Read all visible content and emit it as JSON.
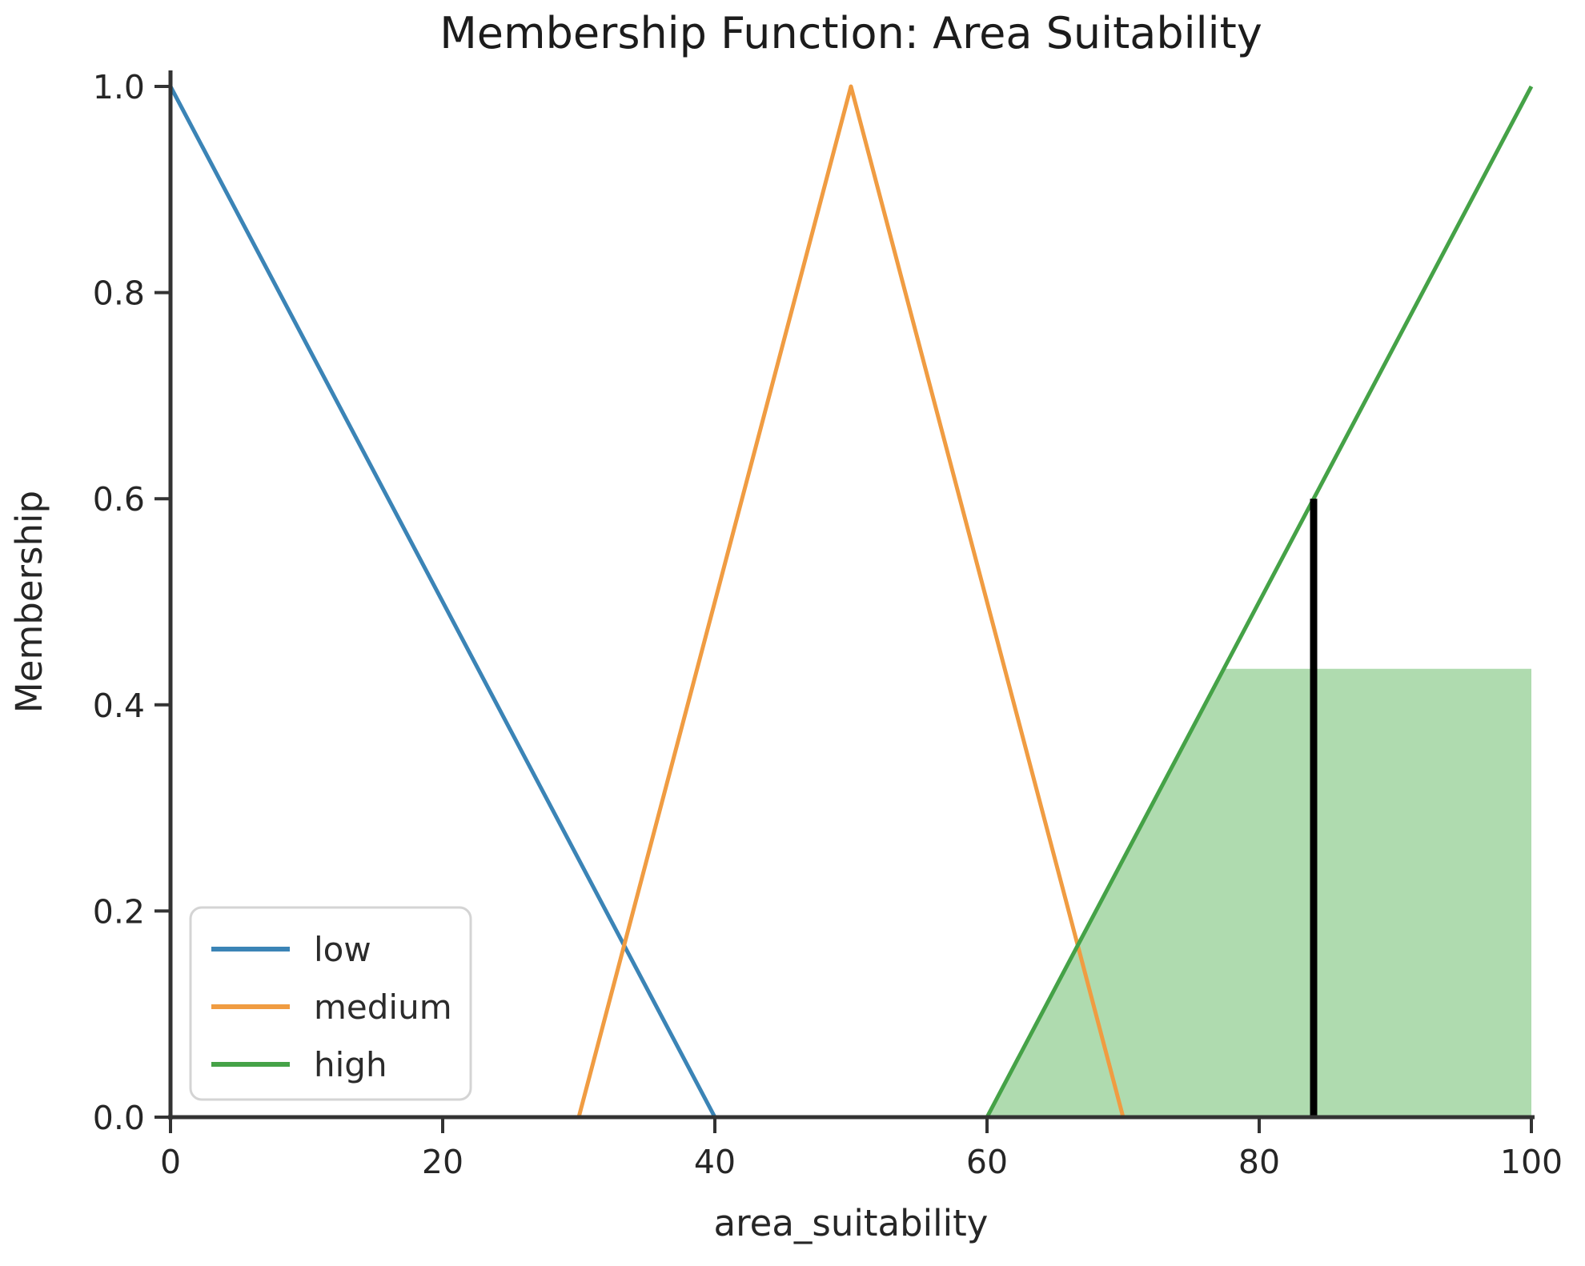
{
  "chart_data": {
    "type": "line",
    "title": "Membership Function: Area Suitability",
    "xlabel": "area_suitability",
    "ylabel": "Membership",
    "xlim": [
      0,
      100
    ],
    "ylim": [
      0.0,
      1.0
    ],
    "grid": false,
    "legend_position": "lower-left",
    "x_ticks": [
      {
        "value": 0,
        "label": "0"
      },
      {
        "value": 20,
        "label": "20"
      },
      {
        "value": 40,
        "label": "40"
      },
      {
        "value": 60,
        "label": "60"
      },
      {
        "value": 80,
        "label": "80"
      },
      {
        "value": 100,
        "label": "100"
      }
    ],
    "y_ticks": [
      {
        "value": 0.0,
        "label": "0.0"
      },
      {
        "value": 0.2,
        "label": "0.2"
      },
      {
        "value": 0.4,
        "label": "0.4"
      },
      {
        "value": 0.6,
        "label": "0.6"
      },
      {
        "value": 0.8,
        "label": "0.8"
      },
      {
        "value": 1.0,
        "label": "1.0"
      }
    ],
    "series": [
      {
        "name": "low",
        "color": "#3b84b6",
        "points": [
          [
            0,
            1
          ],
          [
            40,
            0
          ],
          [
            100,
            0
          ]
        ]
      },
      {
        "name": "medium",
        "color": "#f09c42",
        "points": [
          [
            0,
            0
          ],
          [
            30,
            0
          ],
          [
            50,
            1
          ],
          [
            70,
            0
          ],
          [
            100,
            0
          ]
        ]
      },
      {
        "name": "high",
        "color": "#45a247",
        "points": [
          [
            0,
            0
          ],
          [
            60,
            0
          ],
          [
            100,
            1
          ]
        ]
      }
    ],
    "shaded_region": {
      "meaning": "high membership clipped at activation level",
      "series": "high",
      "color": "#2ca02c",
      "opacity": 0.38,
      "activation_level": 0.435,
      "points": [
        [
          60,
          0
        ],
        [
          77.4,
          0.435
        ],
        [
          100,
          0.435
        ],
        [
          100,
          0
        ]
      ]
    },
    "marker_line": {
      "meaning": "defuzzified output value",
      "x": 84,
      "y_top": 0.6,
      "color": "#000000"
    }
  }
}
